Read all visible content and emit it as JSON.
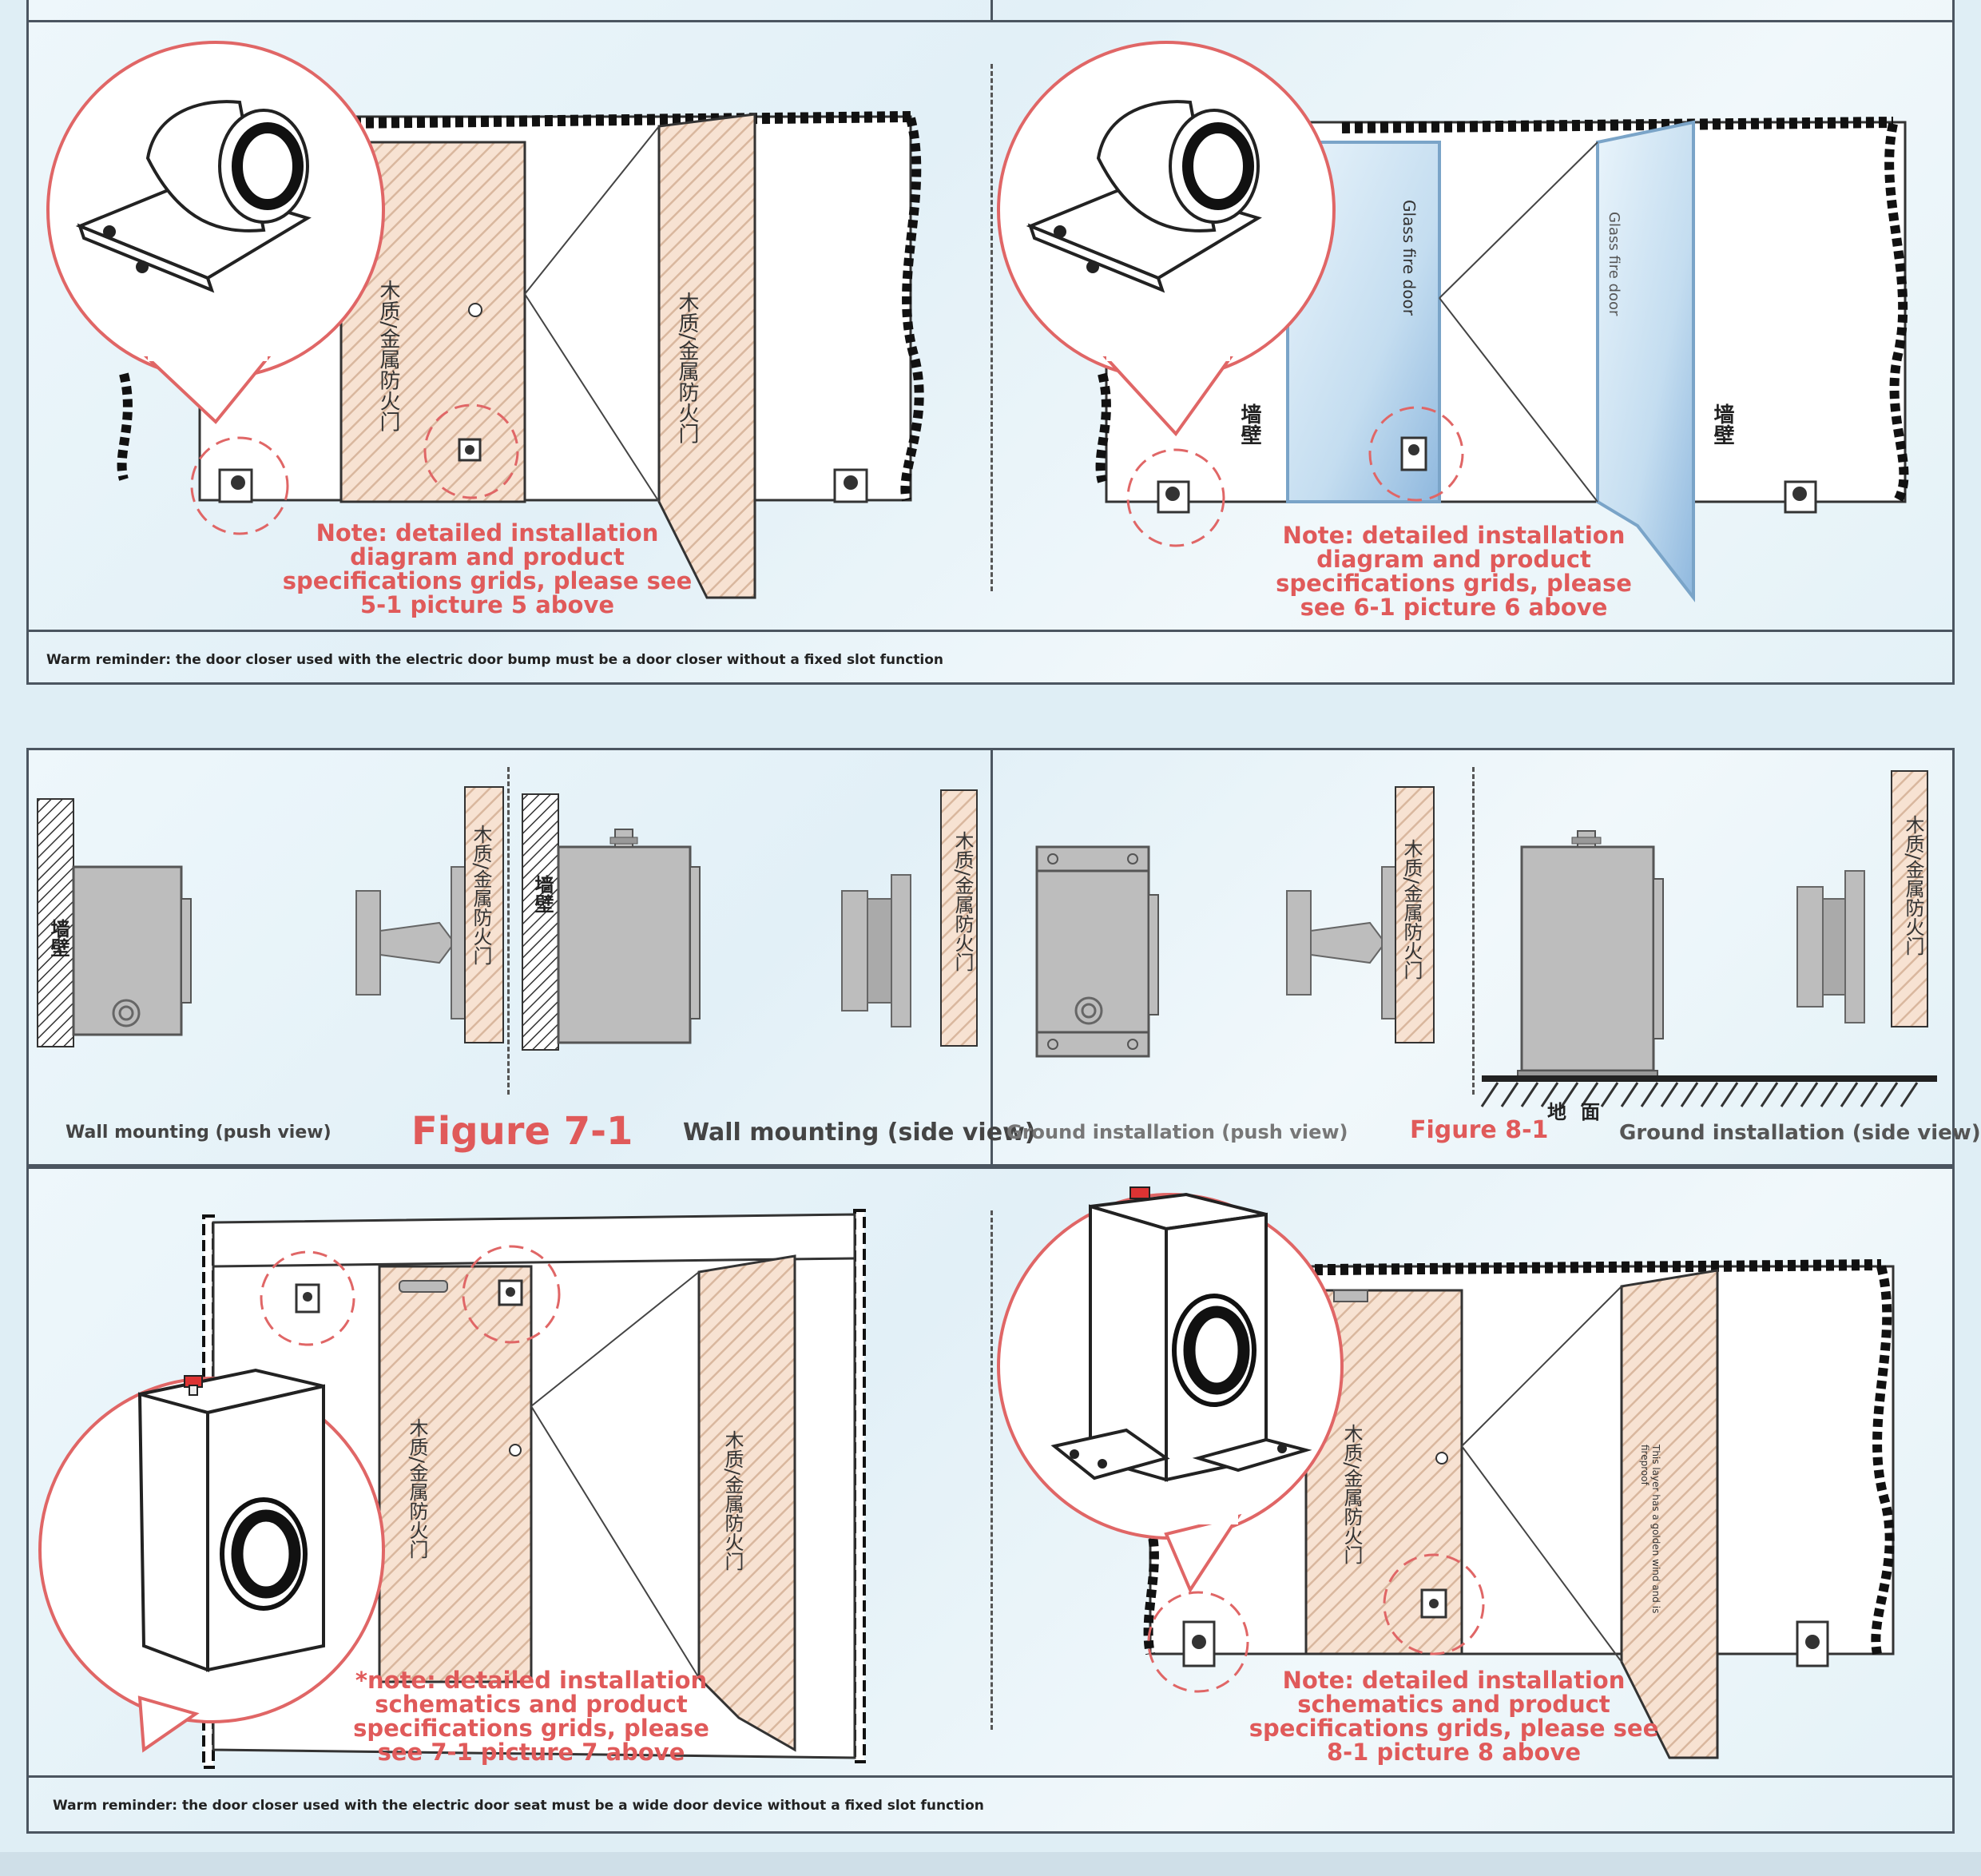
{
  "section_top": {
    "left_note": "Note: detailed installation\ndiagram and product\nspecifications grids, please see\n5-1 picture 5 above",
    "right_note": "Note: detailed installation\ndiagram and product\nspecifications grids, please\nsee 6-1 picture 6 above",
    "glass_label_1": "Glass fire door",
    "glass_label_2": "Glass fire door",
    "door_label": "木质/金属防火门",
    "wall_label": "墙壁",
    "reminder": "Warm reminder: the door closer used with the electric door bump must be a door closer without a fixed slot function"
  },
  "section_middle": {
    "wall_push_caption": "Wall mounting (push view)",
    "figure_7_title": "Figure 7-1",
    "wall_side_caption": "Wall mounting (side view)",
    "ground_push_caption": "Ground installation (push view)",
    "figure_8_title": "Figure 8-1",
    "ground_side_caption": "Ground installation (side view)",
    "ground_label": "地面",
    "wall_label": "墙壁",
    "door_label": "木质/金属防火门"
  },
  "section_bottom": {
    "left_note": "*note: detailed installation\nschematics and product\nspecifications grids, please\nsee 7-1 picture 7 above",
    "right_note": "Note: detailed installation\nschematics and product\nspecifications grids, please see\n8-1 picture 8 above",
    "door_label": "木质/金属防火门",
    "golden_note": "This layer has a golden wind and is fireproof",
    "reminder": "Warm reminder: the door closer used with the electric door seat must be a wide door device without a fixed slot function"
  }
}
